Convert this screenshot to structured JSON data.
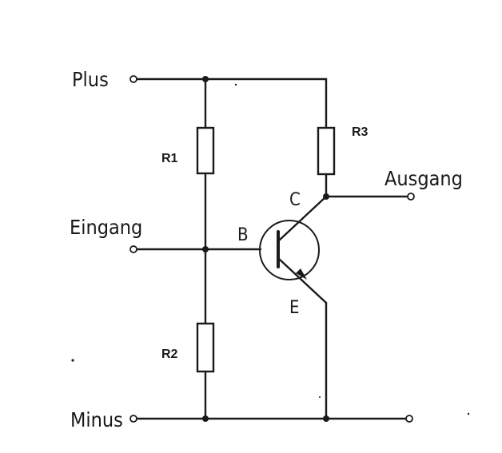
{
  "labels": {
    "plus": "Plus",
    "eingang": "Eingang",
    "minus": "Minus",
    "ausgang": "Ausgang",
    "r1": "R1",
    "r2": "R2",
    "r3": "R3",
    "base": "B",
    "collector": "C",
    "emitter": "E"
  }
}
